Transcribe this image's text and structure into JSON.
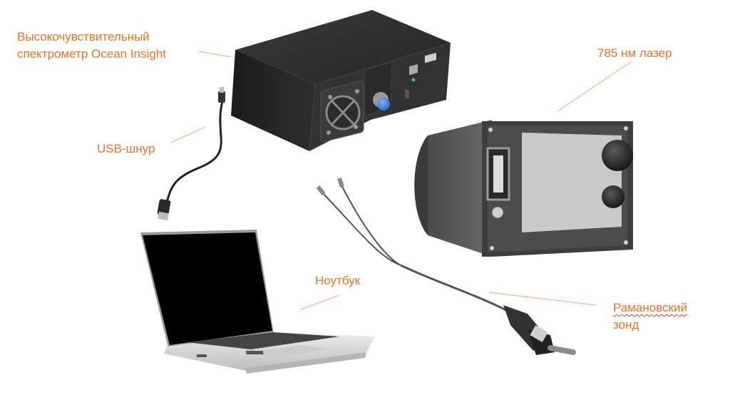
{
  "labels": {
    "spectrometer_line1": "Высокочувствительный",
    "spectrometer_line2": "спектрометр Ocean Insight",
    "laser": "785 нм лазер",
    "usb_cable": "USB-шнур",
    "laptop": "Ноутбук",
    "probe_line1": "Рамановский",
    "probe_line2": "зонд"
  },
  "colors": {
    "label_text": "#e5732b",
    "leader_line": "#f2b59a",
    "spellcheck_underline": "#d23b2b",
    "device_body": "#2b2b2b",
    "laser_panel": "#c9c9c9",
    "laptop_body": "#d9d9d9",
    "screen": "#000000",
    "usb_plug": "#3b7dd8"
  },
  "icons": [
    "spectrometer-device",
    "fan-icon",
    "usb-connector-icon",
    "laser-device",
    "laptop-device",
    "raman-probe-device"
  ]
}
